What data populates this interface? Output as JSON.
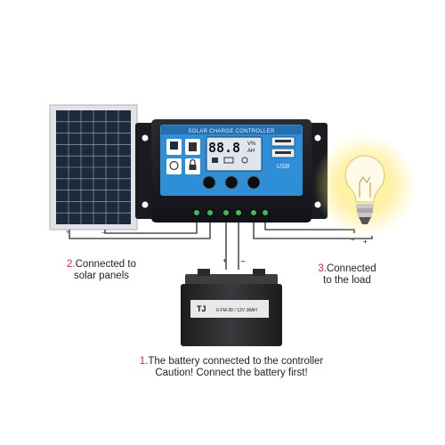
{
  "controller": {
    "title": "SOLAR CHARGE CONTROLLER",
    "lcd_digits": "88.8",
    "lcd_units": [
      "V%",
      "AH"
    ],
    "usb_label": "USB"
  },
  "battery": {
    "brand": "TJ",
    "spec": "6-FM-38 / 12V 38AH"
  },
  "captions": {
    "solar": {
      "num": "2.",
      "line1": "Connected to",
      "line2": "solar panels"
    },
    "load": {
      "num": "3.",
      "line1": "Connected",
      "line2": "to the load"
    },
    "battery": {
      "num": "1.",
      "line1": "The battery connected to the controller",
      "line2": "Caution! Connect the battery first!"
    }
  },
  "colors": {
    "accent": "#d8232a",
    "controller_body": "#1b1d22",
    "controller_panel": "#2f8fd6",
    "solar_cell": "#1e2a3c",
    "battery_body": "#2a2a2c"
  },
  "icons": [
    "solar-panel-icon",
    "battery-icon",
    "bulb-icon",
    "usb-icon",
    "clock-icon",
    "lock-icon"
  ]
}
